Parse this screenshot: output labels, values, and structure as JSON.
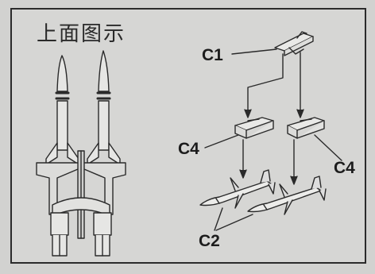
{
  "title": "上面图示",
  "callouts": {
    "c1": "C1",
    "c4_left": "C4",
    "c4_right": "C4",
    "c2": "C2"
  }
}
